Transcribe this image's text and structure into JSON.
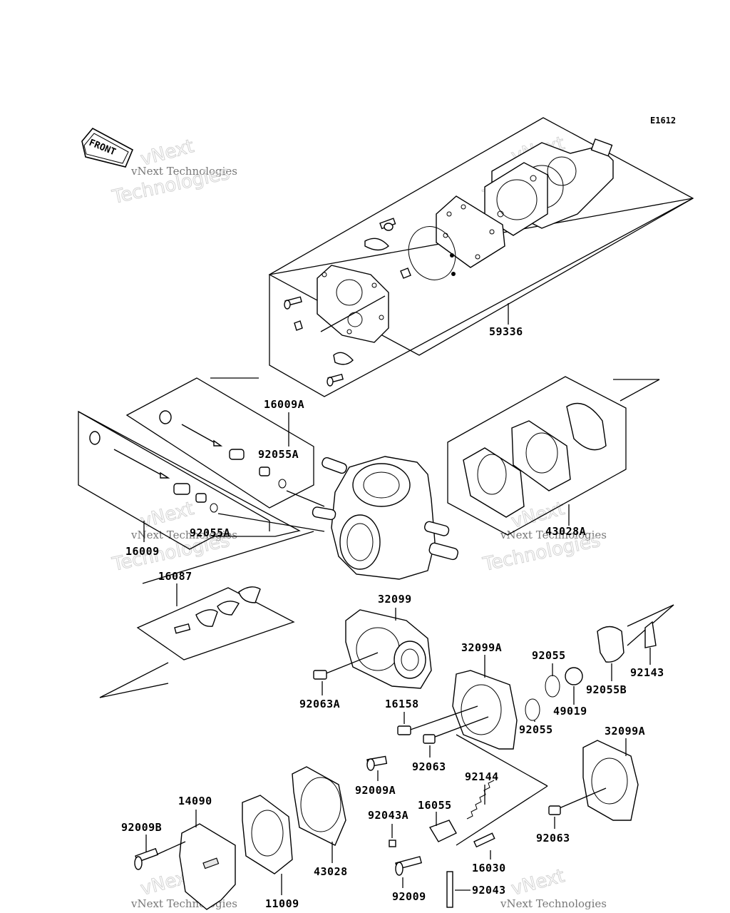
{
  "diagram_code": "E1612",
  "front_label": "FRONT",
  "watermark": {
    "line1": "vNext Technologies",
    "line2": "Technologies",
    "line3": "vNext"
  },
  "part_labels": {
    "p59336": "59336",
    "p16009A": "16009A",
    "p92055A_top": "92055A",
    "p92055A_mid": "92055A",
    "p16009": "16009",
    "p43028A": "43028A",
    "p16087": "16087",
    "p32099": "32099",
    "p32099A": "32099A",
    "p32099A_2": "32099A",
    "p92055_a": "92055",
    "p92055_b": "92055",
    "p92055B": "92055B",
    "p92143": "92143",
    "p49019": "49019",
    "p92063A": "92063A",
    "p16158": "16158",
    "p92063_a": "92063",
    "p92063_b": "92063",
    "p92144": "92144",
    "p92009A": "92009A",
    "p92043A": "92043A",
    "p16055": "16055",
    "p16030": "16030",
    "p14090": "14090",
    "p92009B": "92009B",
    "p43028": "43028",
    "p11009": "11009",
    "p92009": "92009",
    "p92043": "92043"
  }
}
